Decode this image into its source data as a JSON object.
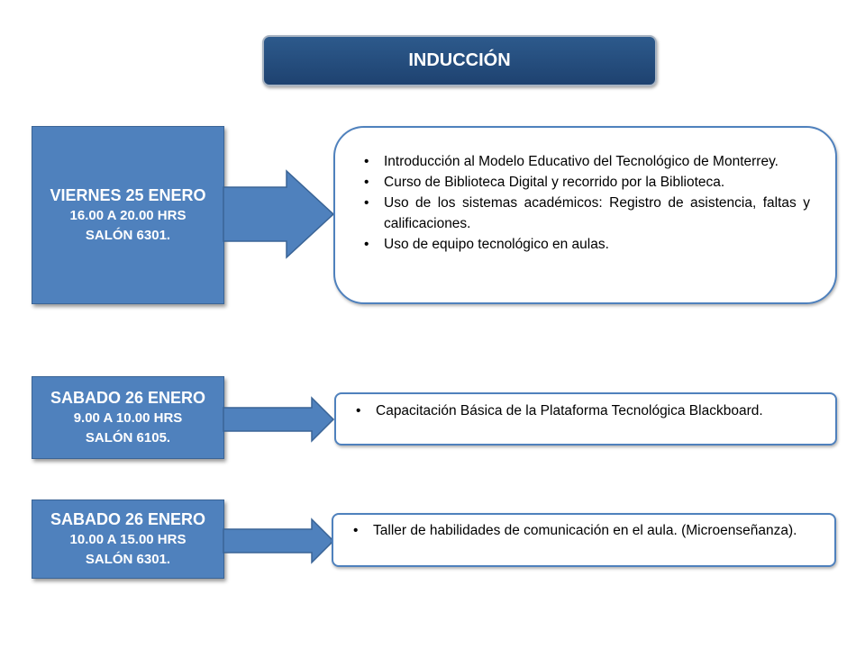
{
  "title": "INDUCCIÓN",
  "colors": {
    "title_bg": "#1e4270",
    "box_bg": "#4f81bd",
    "box_border": "#3a6496",
    "content_border": "#4f81bd"
  },
  "sessions": [
    {
      "date": "VIERNES 25 ENERO",
      "time": "16.00 A 20.00 HRS",
      "room": "SALÓN 6301.",
      "items": [
        "Introducción al Modelo Educativo del Tecnológico de Monterrey.",
        "Curso de Biblioteca Digital y recorrido por la Biblioteca.",
        "Uso de los sistemas académicos: Registro de asistencia, faltas y calificaciones.",
        "Uso de equipo tecnológico en aulas."
      ]
    },
    {
      "date": "SABADO 26 ENERO",
      "time": "9.00 A 10.00 HRS",
      "room": "SALÓN 6105.",
      "items": [
        "Capacitación Básica de la Plataforma Tecnológica Blackboard."
      ]
    },
    {
      "date": "SABADO 26 ENERO",
      "time": "10.00 A 15.00 HRS",
      "room": "SALÓN 6301.",
      "items": [
        "Taller de habilidades de comunicación en el aula. (Microenseñanza)."
      ]
    }
  ]
}
